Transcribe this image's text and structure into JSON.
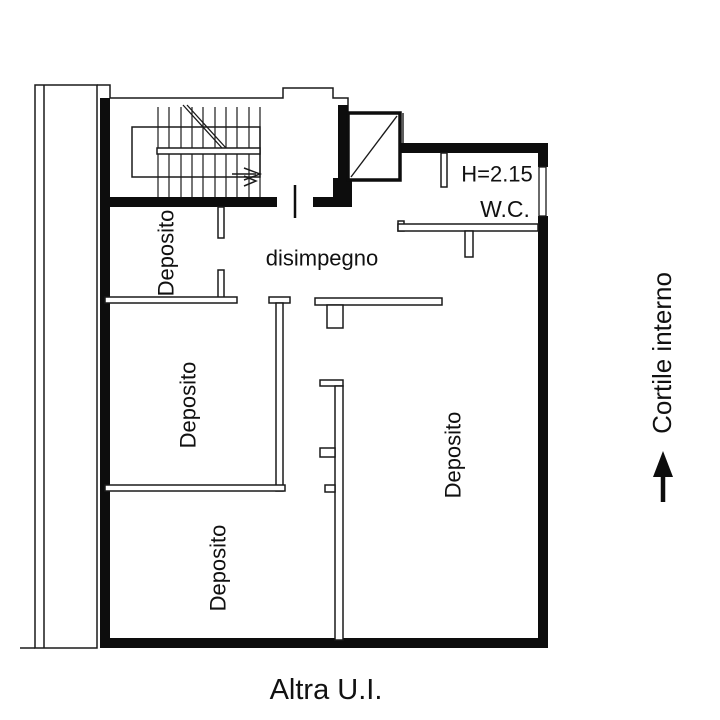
{
  "plan": {
    "rooms": {
      "deposito_top_left": "Deposito",
      "deposito_mid_left": "Deposito",
      "deposito_bottom_left": "Deposito",
      "deposito_right": "Deposito",
      "disimpegno": "disimpegno",
      "wc": "W.C."
    },
    "annotations": {
      "height_note": "H=2.15",
      "bottom_label": "Altra U.I.",
      "courtyard_label": "Cortile interno"
    },
    "colors": {
      "line": "#000000",
      "wall_fill": "#0d0d0d",
      "background": "#ffffff"
    }
  }
}
